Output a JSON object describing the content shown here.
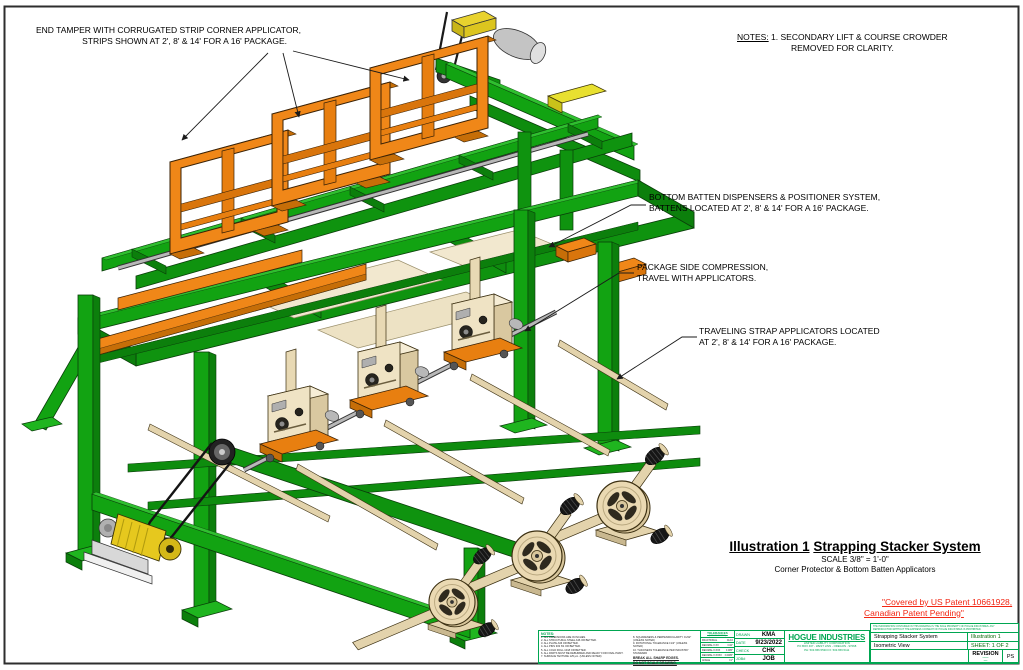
{
  "annotations": {
    "end_tamper": {
      "line1": "END TAMPER WITH CORRUGATED STRIP CORNER APPLICATOR,",
      "line2": "STRIPS SHOWN AT 2', 8' & 14' FOR A 16' PACKAGE."
    },
    "general_note": {
      "label": "NOTES:",
      "line1": "1. SECONDARY LIFT & COURSE CROWDER",
      "line2": "REMOVED FOR CLARITY."
    },
    "bottom_batten": {
      "line1": "BOTTOM BATTEN DISPENSERS & POSITIONER SYSTEM,",
      "line2": "BATTENS LOCATED AT 2', 8' & 14' FOR A 16' PACKAGE."
    },
    "side_compression": {
      "line1": "PACKAGE SIDE COMPRESSION,",
      "line2": "TRAVEL WITH APPLICATORS."
    },
    "strap_applicators": {
      "line1": "TRAVELING STRAP APPLICATORS LOCATED",
      "line2": "AT 2', 8' & 14' FOR A 16' PACKAGE."
    }
  },
  "drawing_title": {
    "illustration": "Illustration 1",
    "system": "Strapping Stacker System",
    "scale": "SCALE 3/8\" = 1'-0\"",
    "subtitle": "Corner Protector & Bottom Batten Applicators"
  },
  "patent_notice": {
    "line1": "\"Covered by US Patent 10661928,",
    "line2": "Canadian Patent Pending\""
  },
  "title_block": {
    "notes_label": "NOTES:",
    "notes_left": [
      "1.  ALL DIMENSIONS ARE IN INCHES.",
      "2.  ALL STRUCTURAL STEEL A36 OR BETTER.",
      "3.  ALL PLATE A36 OR BETTER.",
      "4.  ALL PINS 303 SS OR BETTER.",
      "5.  ALL COLD ROLL 1018 OR BETTER.",
      "6.  ALL PARTS MUST BE DEBURRED AND READY FOR FINAL PAINT.",
      "7.  SURFACE TEXTURE 125 µin. (UNLESS NOTED)"
    ],
    "notes_right": [
      "8.  SQUARENESS & PERPENDICULARITY ±1/32\" (UNLESS NOTED)",
      "9.  ROTATIONAL TOLERANCE ±1/2° (UNLESS NOTED)",
      "10. THICKNESS TOLERANCE PER INDUSTRY STANDARD"
    ],
    "notes_emphasis": [
      "BREAK ALL SHARP EDGES.",
      "DO NOT SCALE DRAWING."
    ],
    "tolerances": {
      "header": "TOLERANCES",
      "subheader": "(UNLESS NOTED)",
      "rows": [
        [
          "FRACTIONAL",
          "±1/16"
        ],
        [
          "DECIMAL X.XX",
          "±.02\""
        ],
        [
          "DECIMAL X.XXX",
          "±.005\""
        ],
        [
          "DECIMAL X.XXXX",
          "±.0005\""
        ],
        [
          "ANGLE",
          "±1°"
        ]
      ]
    },
    "info_rows": [
      [
        "DRAWN",
        "KMA"
      ],
      [
        "DATE",
        "9/23/2022"
      ],
      [
        "CHECK",
        "CHK"
      ],
      [
        "JOB#",
        "JOB"
      ]
    ],
    "company": {
      "name": "HOGUE INDUSTRIES",
      "line1": "LIMITED LIABILITY CORPORATION",
      "line2": "PO BOX 467 - WEST LINN - OREGON - 97068",
      "line3": "PH: 503.656.5530        FX: 503.656.5111"
    },
    "meta": {
      "proprietary1": "THE INFORMATION CONTAINED IN THIS DRAWING IS THE SOLE PROPERTY OF HOGUE INDUSTRIES. ANY",
      "proprietary2": "REPRODUCTION WITHOUT THE EXPRESS CONSENT OF HOGUE INDUSTRIES IS PROHIBITED.",
      "title": "Strapping Stacker System",
      "view": "Isometric View",
      "illustration": "Illustration 1",
      "sheet": "SHEET: 1 OF 2",
      "revision_label": "REVISION",
      "revision_value": "PS"
    }
  },
  "colors": {
    "frame_green": "#12A312",
    "accent_orange": "#F08718",
    "strap_tan": "#EAD9B2",
    "titleblock_green": "#00A651",
    "patent_red": "#F22613"
  }
}
